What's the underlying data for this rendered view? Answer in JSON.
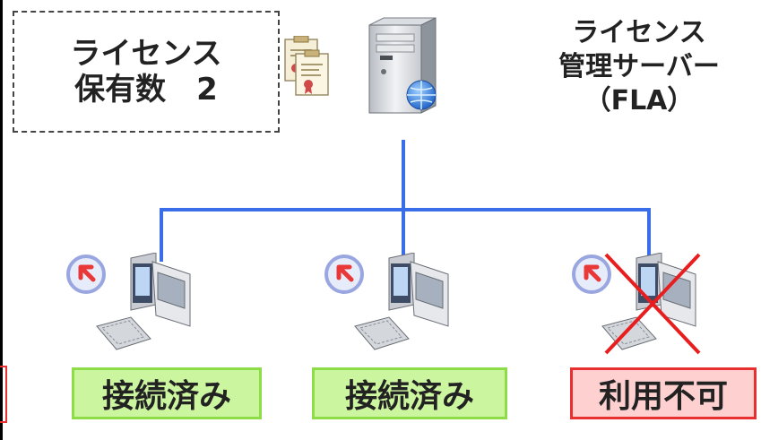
{
  "license_box": {
    "line1": "ライセンス",
    "line2": "保有数　2"
  },
  "server_label": {
    "line1": "ライセンス",
    "line2": "管理サーバー",
    "line3": "（FLA）"
  },
  "clients": [
    {
      "status": "接続済み"
    },
    {
      "status": "接続済み"
    },
    {
      "status": "利用不可"
    }
  ],
  "colors": {
    "network_line": "#3a6ee8",
    "connected_bg": "#ccf5a0",
    "connected_border": "#8edc48",
    "unavailable_bg": "#ffd0d0",
    "unavailable_border": "#e83030",
    "cross": "#e81e1e"
  },
  "icons": [
    "license-certificates-icon",
    "server-icon",
    "computer-icon",
    "client-arrow-badge-icon",
    "unavailable-cross-icon"
  ]
}
